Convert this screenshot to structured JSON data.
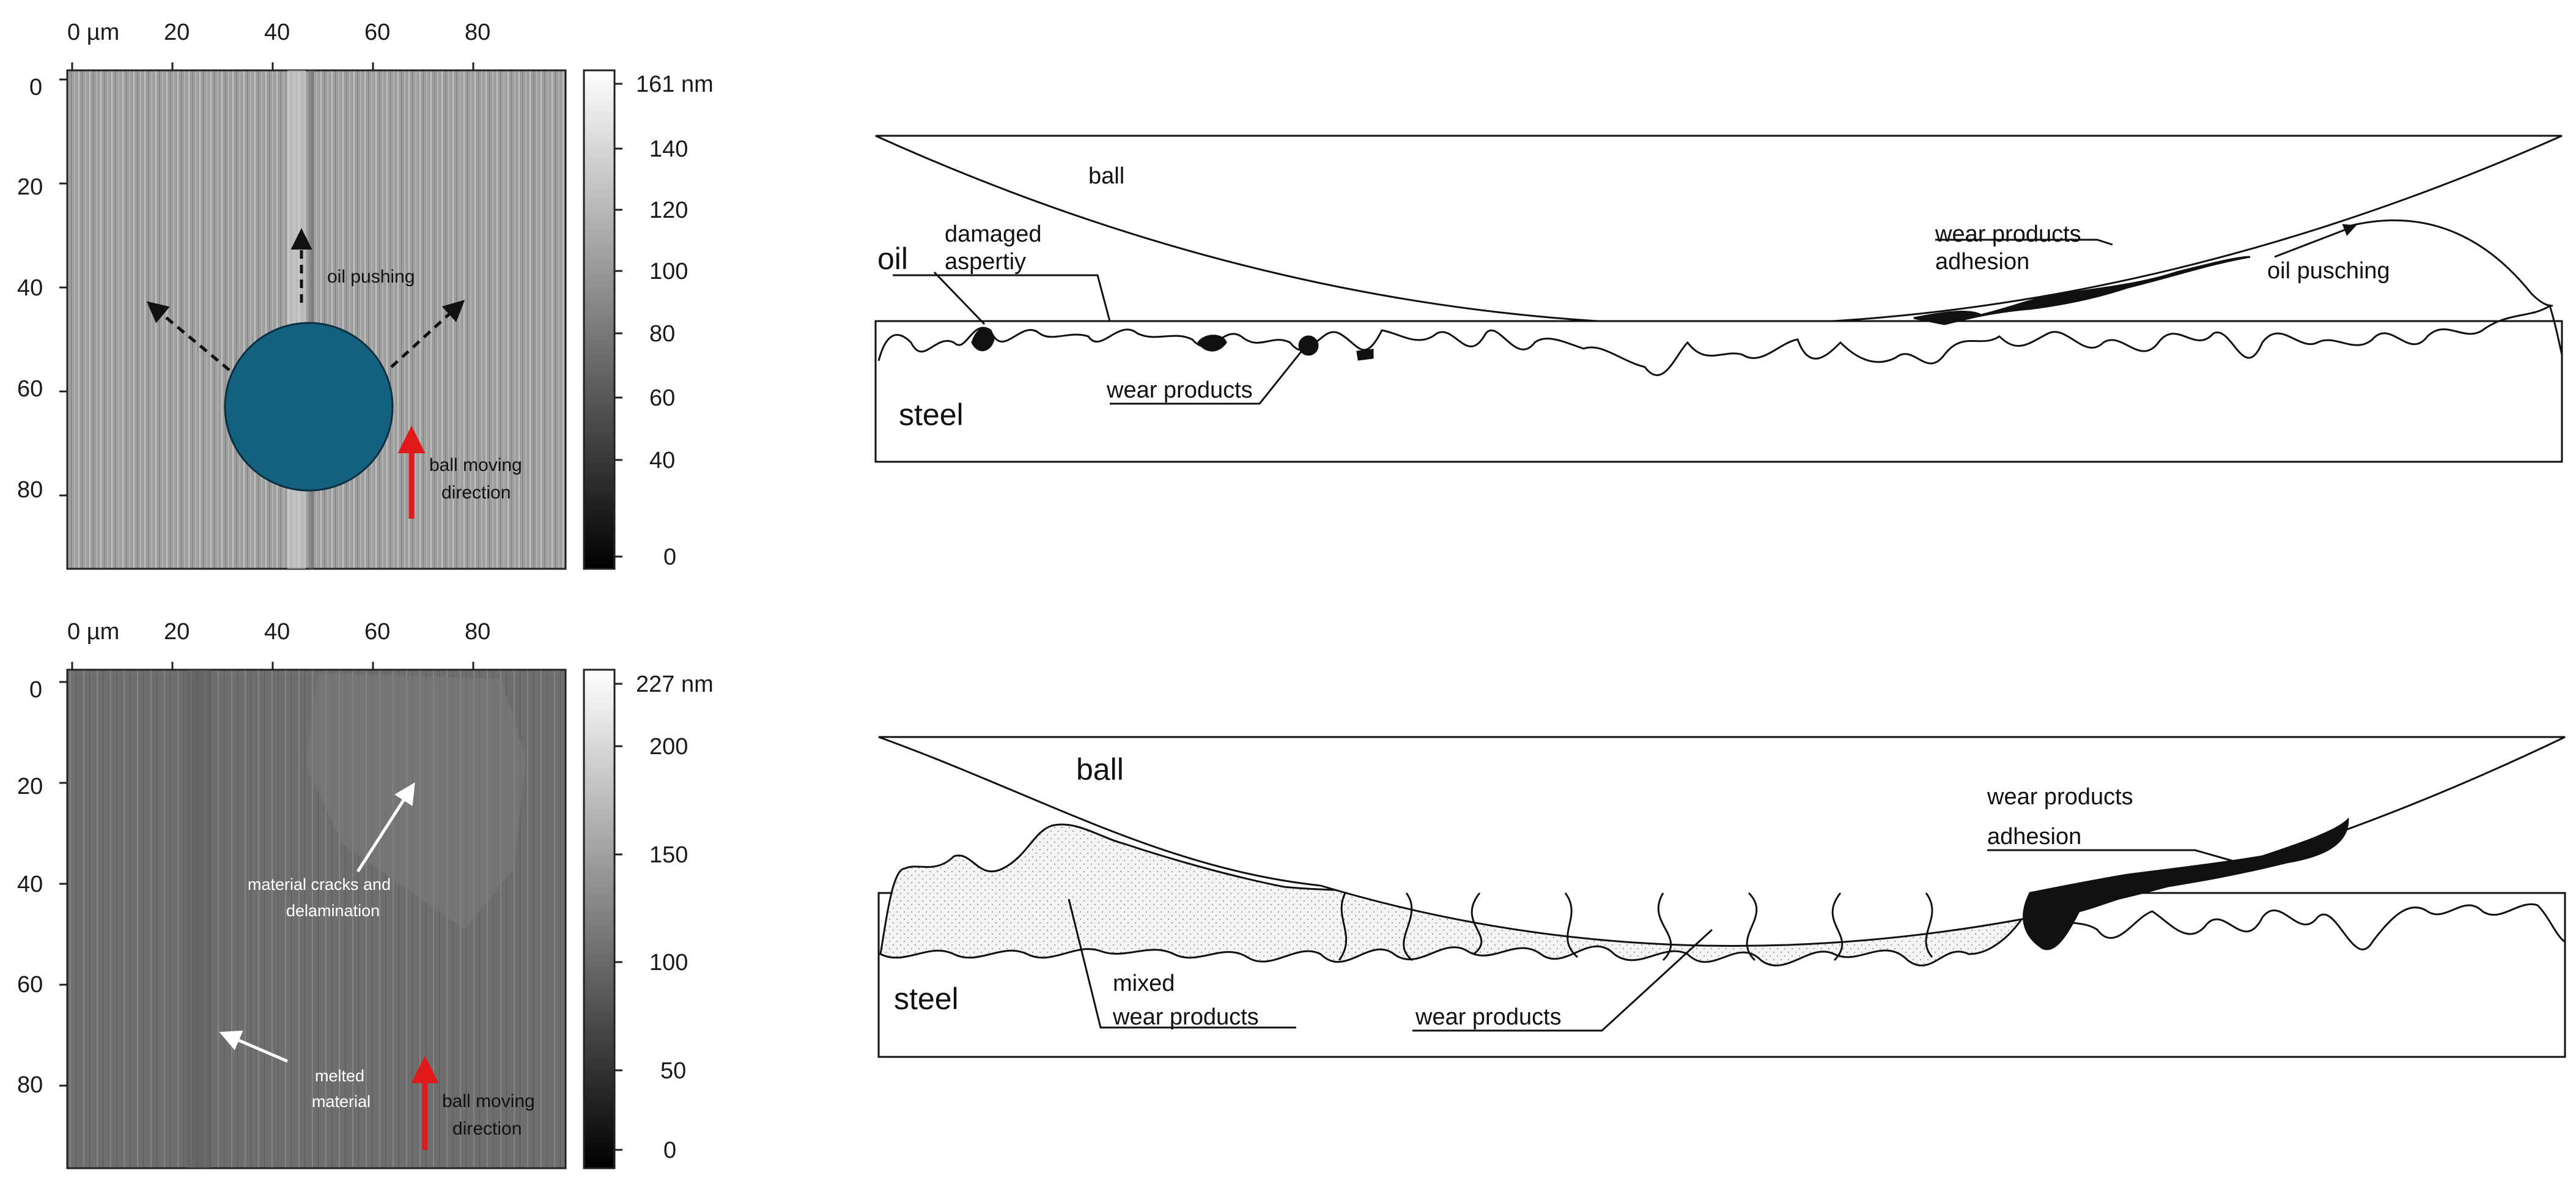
{
  "panel_a": {
    "x_ticks": [
      "0 µm",
      "20",
      "40",
      "60",
      "80"
    ],
    "y_ticks": [
      "0",
      "20",
      "40",
      "60",
      "80"
    ],
    "colorbar_ticks": [
      "161 nm",
      "140",
      "120",
      "100",
      "80",
      "60",
      "40",
      "0"
    ],
    "annotations": {
      "oil_pushing": "oil pushing",
      "ball_moving_line1": "ball moving",
      "ball_moving_line2": "direction"
    },
    "colors": {
      "ball": "#13607f",
      "arrow": "#e01a1a",
      "surface": "#9c9c9c"
    }
  },
  "panel_b": {
    "x_ticks": [
      "0 µm",
      "20",
      "40",
      "60",
      "80"
    ],
    "y_ticks": [
      "0",
      "20",
      "40",
      "60",
      "80"
    ],
    "colorbar_ticks": [
      "227 nm",
      "200",
      "150",
      "100",
      "50",
      "0"
    ],
    "annotations": {
      "cracks_line1": "material cracks and",
      "cracks_line2": "delamination",
      "melted_line1": "melted",
      "melted_line2": "material",
      "ball_moving_line1": "ball moving",
      "ball_moving_line2": "direction"
    },
    "colors": {
      "surface": "#6f6f6f",
      "arrow": "#e01a1a"
    }
  },
  "diagram_a": {
    "ball": "ball",
    "oil": "oil",
    "damaged_line1": "damaged",
    "damaged_line2": "aspertiy",
    "wear_adhesion_line1": "wear products",
    "wear_adhesion_line2": "adhesion",
    "oil_pusching": "oil pusching",
    "steel": "steel",
    "wear_products": "wear products"
  },
  "diagram_b": {
    "ball": "ball",
    "wear_adhesion_line1": "wear products",
    "wear_adhesion_line2": "adhesion",
    "steel": "steel",
    "mixed_line1": "mixed",
    "mixed_line2": "wear products",
    "wear_products": "wear products"
  }
}
